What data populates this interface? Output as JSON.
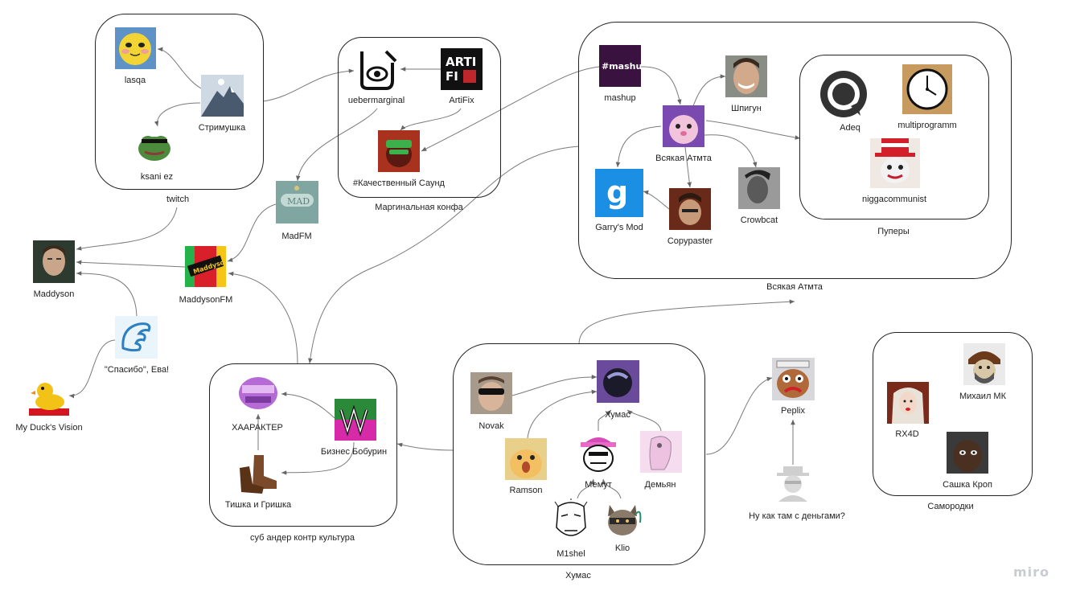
{
  "brand": "miro",
  "groups": {
    "twitch": "twitch",
    "marginal": "Маргинальная конфа",
    "atmta": "Всякая Атмта",
    "pupery": "Пуперы",
    "sub": "суб андер контр культура",
    "humas": "Хумас",
    "samorodki": "Самородки"
  },
  "nodes": {
    "lasqa": "lasqa",
    "strimushka": "Стримушка",
    "ksani": "ksani ez",
    "ueber": "uebermarginal",
    "artifix": "ArtiFix",
    "kachestvenny": "#Качественный Саунд",
    "madfm": "MadFM",
    "maddyson": "Maddyson",
    "maddysonfm": "MaddysonFM",
    "spasibo": "\"Спасибо\", Ева!",
    "duck": "My Duck's Vision",
    "mashup": "mashup",
    "shpigun": "Шпигун",
    "atmta_node": "Всякая Атмта",
    "garrys": "Garry's Mod",
    "copypaster": "Copypaster",
    "crowbcat": "Crowbcat",
    "adeq": "Adeq",
    "multiprogramm": "multiprogramm",
    "niggacommunist": "niggacommunist",
    "haarakter": "ХААРАКТЕР",
    "biznes": "Бизнес Бобурин",
    "tishka": "Тишка и Гришка",
    "novak": "Novak",
    "humas_node": "Хумас",
    "ramson": "Ramson",
    "memut": "Мемут",
    "demyan": "Демьян",
    "m1shel": "M1shel",
    "klio": "Klio",
    "peplix": "Peplix",
    "nukak": "Ну как там с деньгами?",
    "mikhail": "Михаил МК",
    "rx4d": "RX4D",
    "sashka": "Сашка Кроп"
  },
  "icons": {
    "lasqa": "smiling-moon-face-icon",
    "strimushka": "mountain-peak-icon",
    "ksani": "pepe-frog-icon",
    "ueber": "eye-logo-icon",
    "artifix": "artifix-logo-icon",
    "kachestvenny": "sound-badge-icon",
    "madfm": "mad-fm-logo-icon",
    "maddyson": "portrait-icon",
    "maddysonfm": "maddyson-fm-logo-icon",
    "spasibo": "wing-logo-icon",
    "duck": "rubber-duck-icon",
    "mashup": "mashup-text-logo-icon",
    "shpigun": "portrait-icon",
    "atmta_node": "pink-creature-icon",
    "garrys": "garrys-mod-logo-icon",
    "copypaster": "portrait-icon",
    "crowbcat": "portrait-icon",
    "adeq": "adeq-logo-icon",
    "multiprogramm": "clock-logo-icon",
    "niggacommunist": "cat-in-hat-icon",
    "haarakter": "purple-skull-icon",
    "biznes": "graffiti-logo-icon",
    "tishka": "boots-icon",
    "novak": "portrait-icon",
    "humas_node": "dark-helmet-icon",
    "ramson": "bird-icon",
    "memut": "cartoon-face-icon",
    "demyan": "sketch-figure-icon",
    "m1shel": "line-drawn-face-icon",
    "klio": "raccoon-icon",
    "peplix": "toy-face-icon",
    "nukak": "hat-man-icon",
    "mikhail": "ushanka-man-icon",
    "rx4d": "girl-portrait-icon",
    "sashka": "portrait-icon"
  },
  "colors": {
    "line": "#777777",
    "box_border": "#222222",
    "text": "#222222",
    "brand": "#c9ccd1",
    "garrys_blue": "#1a8fe3",
    "duck_yellow": "#f2c316",
    "purple": "#9b59b6",
    "pink": "#f0a8d8"
  }
}
